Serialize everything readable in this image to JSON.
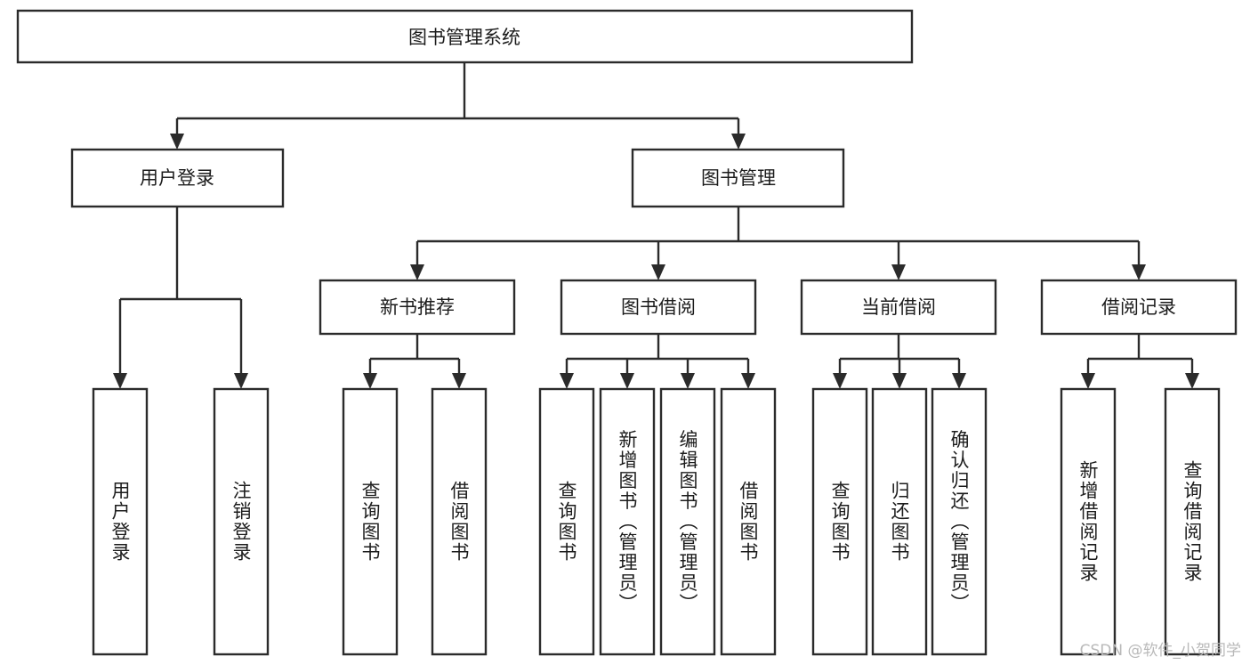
{
  "diagram": {
    "title": "图书管理系统",
    "type": "tree",
    "root": {
      "id": "root",
      "label": "图书管理系统",
      "orientation": "horizontal"
    },
    "level2": [
      {
        "id": "user-login",
        "label": "用户登录",
        "orientation": "horizontal"
      },
      {
        "id": "book-manage",
        "label": "图书管理",
        "orientation": "horizontal"
      }
    ],
    "level3": [
      {
        "id": "new-book-recommend",
        "label": "新书推荐",
        "orientation": "horizontal",
        "parent": "book-manage"
      },
      {
        "id": "book-borrow",
        "label": "图书借阅",
        "orientation": "horizontal",
        "parent": "book-manage"
      },
      {
        "id": "current-borrow",
        "label": "当前借阅",
        "orientation": "horizontal",
        "parent": "book-manage"
      },
      {
        "id": "borrow-record",
        "label": "借阅记录",
        "orientation": "horizontal",
        "parent": "book-manage"
      }
    ],
    "leaves": [
      {
        "id": "leaf-user-login",
        "label": "用户登录",
        "orientation": "vertical",
        "parent": "user-login"
      },
      {
        "id": "leaf-logout-login",
        "label": "注销登录",
        "orientation": "vertical",
        "parent": "user-login"
      },
      {
        "id": "leaf-query-book-1",
        "label": "查询图书",
        "orientation": "vertical",
        "parent": "new-book-recommend"
      },
      {
        "id": "leaf-borrow-book-1",
        "label": "借阅图书",
        "orientation": "vertical",
        "parent": "new-book-recommend"
      },
      {
        "id": "leaf-query-book-2",
        "label": "查询图书",
        "orientation": "vertical",
        "parent": "book-borrow"
      },
      {
        "id": "leaf-add-book",
        "label": "新增图书（管理员）",
        "orientation": "vertical",
        "parent": "book-borrow"
      },
      {
        "id": "leaf-edit-book",
        "label": "编辑图书（管理员）",
        "orientation": "vertical",
        "parent": "book-borrow"
      },
      {
        "id": "leaf-borrow-book-2",
        "label": "借阅图书",
        "orientation": "vertical",
        "parent": "book-borrow"
      },
      {
        "id": "leaf-query-book-3",
        "label": "查询图书",
        "orientation": "vertical",
        "parent": "current-borrow"
      },
      {
        "id": "leaf-return-book",
        "label": "归还图书",
        "orientation": "vertical",
        "parent": "current-borrow"
      },
      {
        "id": "leaf-confirm-return",
        "label": "确认归还（管理员）",
        "orientation": "vertical",
        "parent": "current-borrow"
      },
      {
        "id": "leaf-add-record",
        "label": "新增借阅记录",
        "orientation": "vertical",
        "parent": "borrow-record"
      },
      {
        "id": "leaf-query-record",
        "label": "查询借阅记录",
        "orientation": "vertical",
        "parent": "borrow-record"
      }
    ],
    "colors": {
      "stroke": "#2b2b2b",
      "fill": "#ffffff",
      "text": "#1c1c1c",
      "watermark": "#b9b9b9"
    }
  },
  "watermark": {
    "text": "CSDN @软件_小贺同学"
  }
}
